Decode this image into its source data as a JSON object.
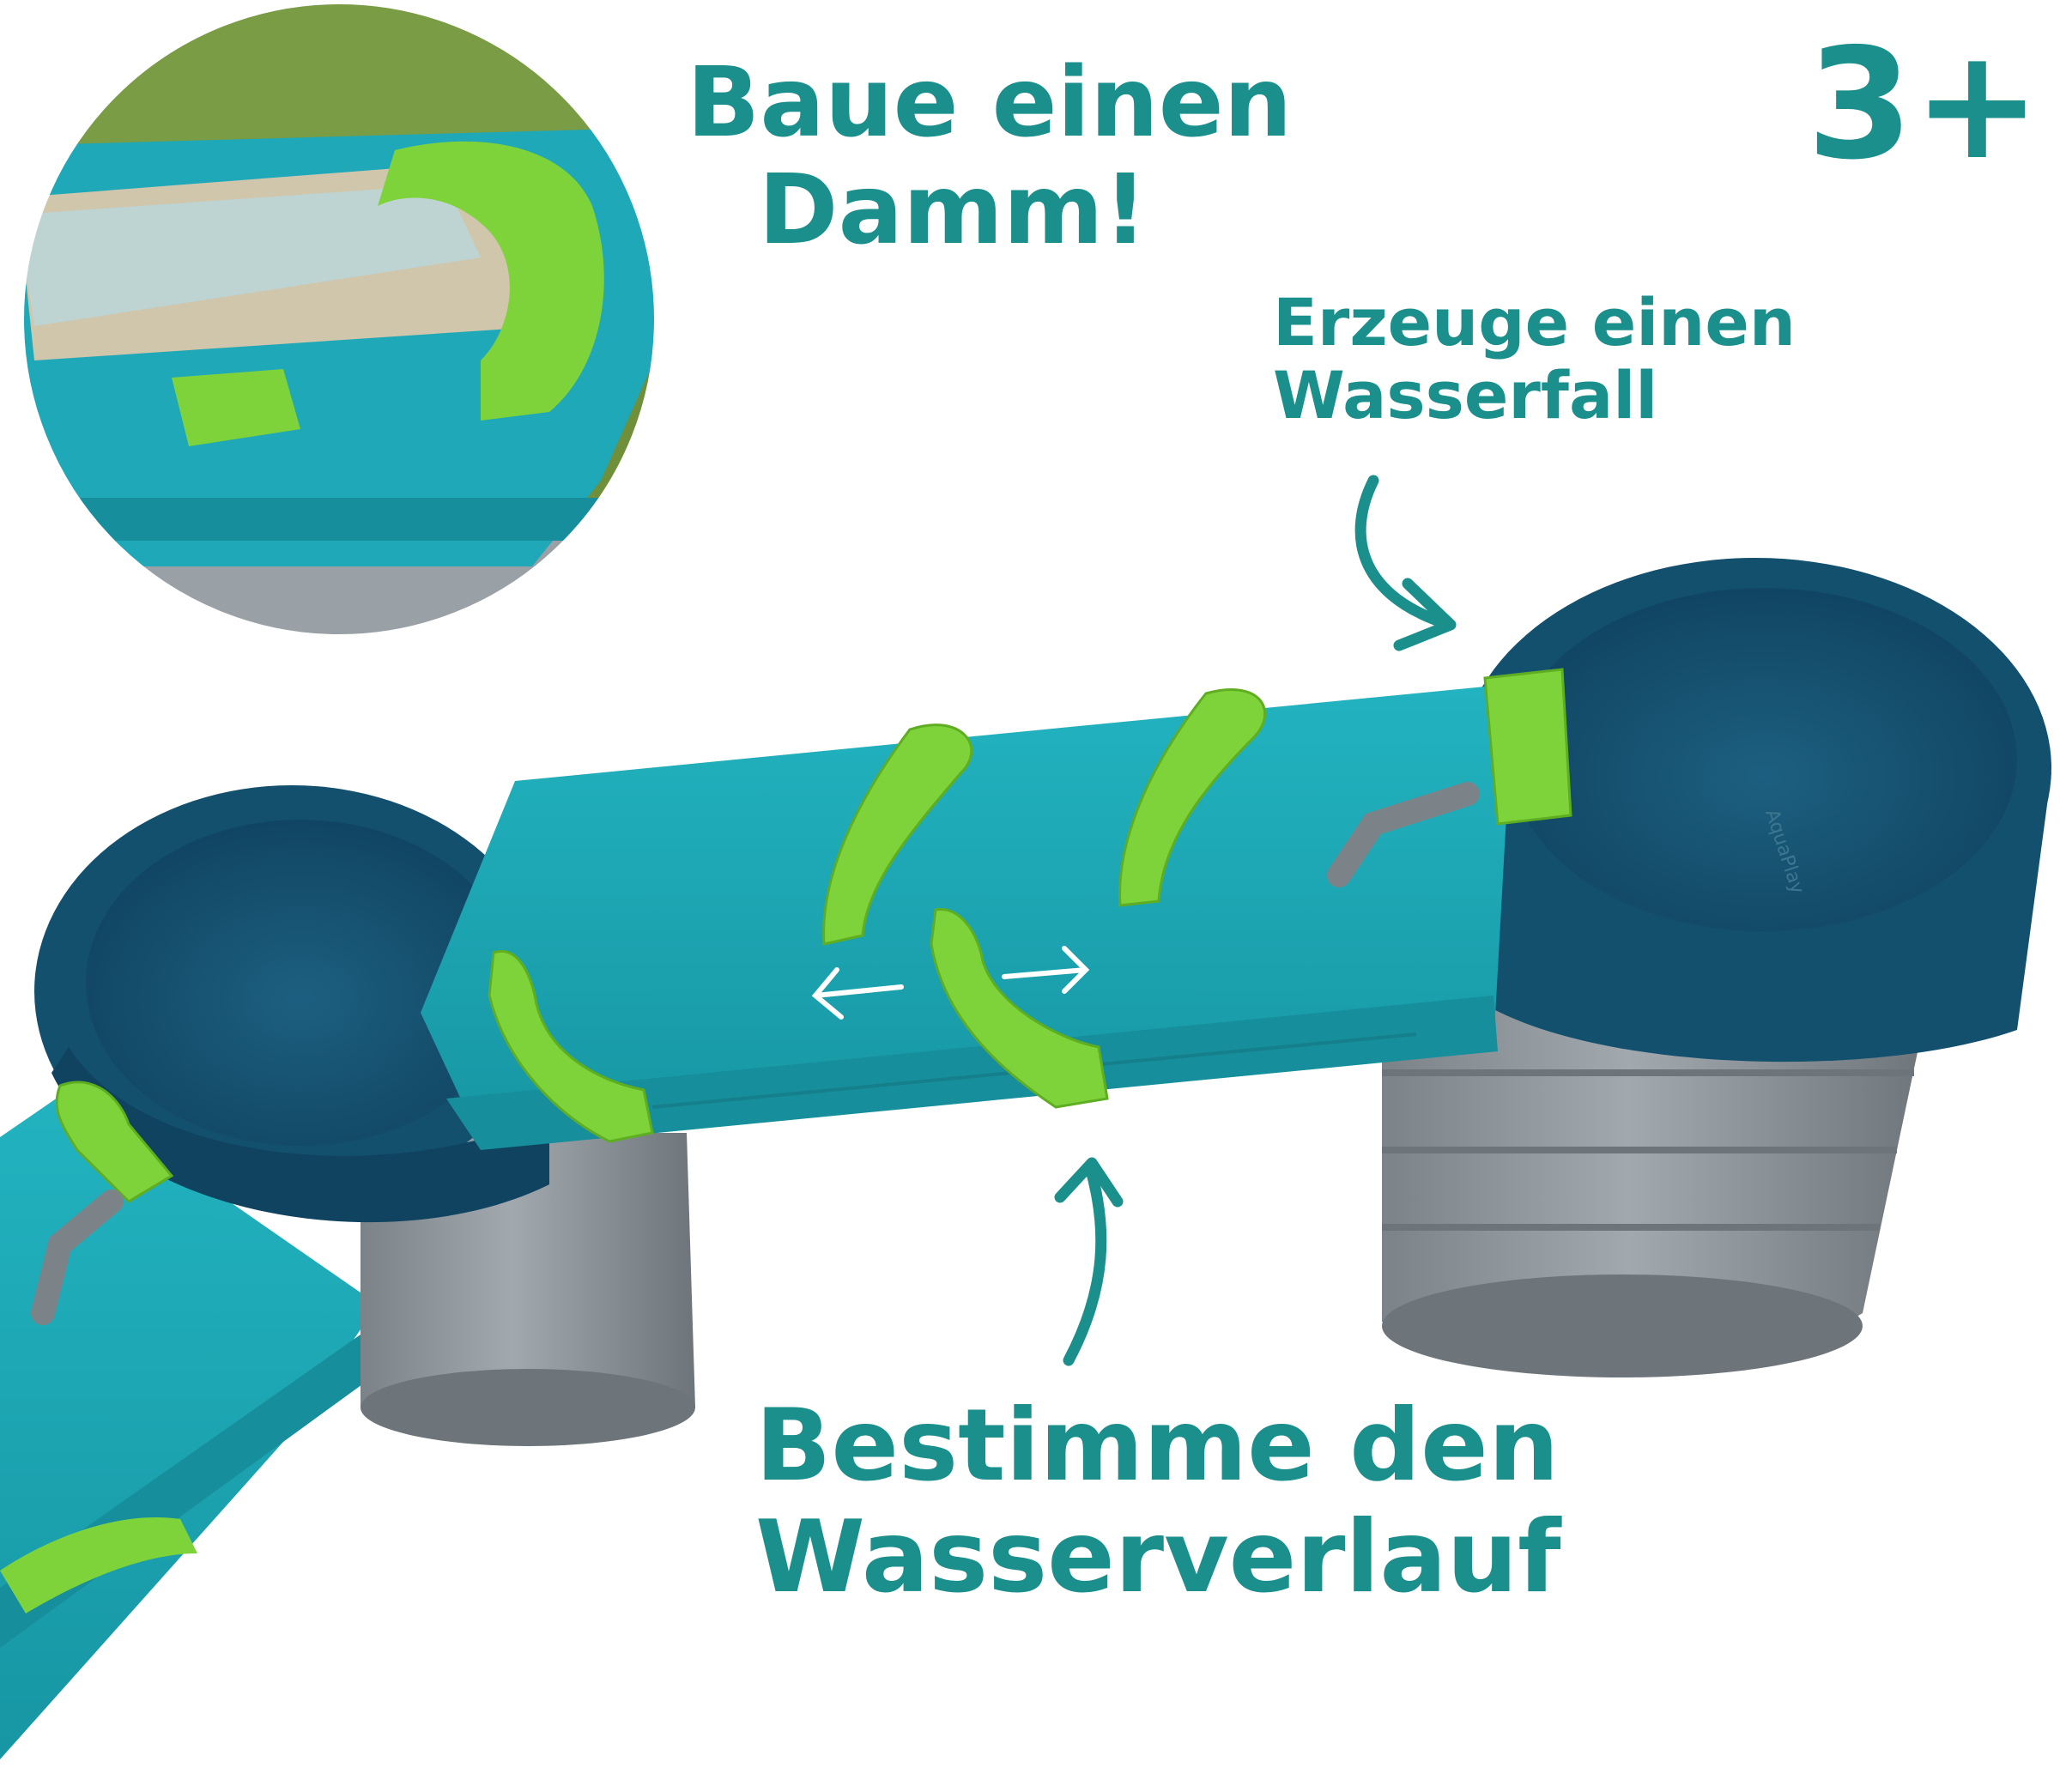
{
  "callouts": {
    "dam": {
      "line1": "Baue einen",
      "line2": "Damm!"
    },
    "waterfall": {
      "line1": "Erzeuge einen",
      "line2": "Wasserfall"
    },
    "waterflow": {
      "line1": "Bestimme den",
      "line2": "Wasserverlauf"
    }
  },
  "age_badge": "3+",
  "product_brand_mark": "AquaPlay",
  "colors": {
    "text_teal": "#1a8f8c",
    "channel_teal": "#1ba3b0",
    "basin_navy": "#13506e",
    "lock_green": "#7fd33a",
    "pillar_grey": "#8b939a",
    "grass_green": "#6f8f3a"
  }
}
